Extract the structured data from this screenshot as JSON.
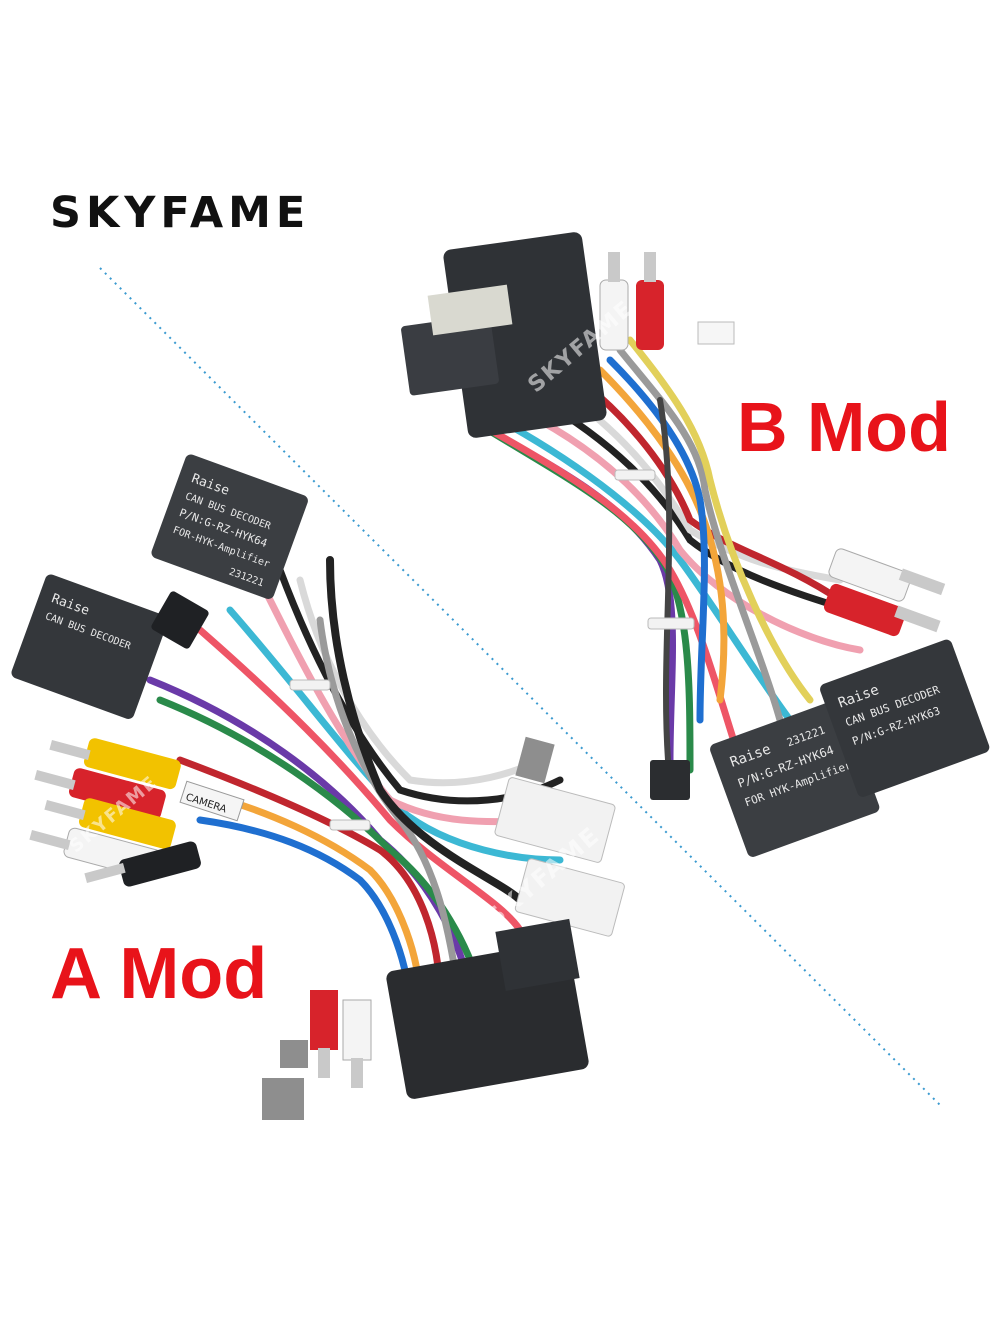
{
  "brand": {
    "logo_text": "SKYFAME"
  },
  "labels": {
    "b_mod": "B Mod",
    "a_mod": "A Mod"
  },
  "module_b": {
    "box1_brand": "Raise",
    "box1_pn": "P/N:G-RZ-HYK64",
    "box1_pn2": "FOR HYK-Amplifier",
    "box1_date": "231221",
    "box2_brand": "Raise",
    "box2_title": "CAN BUS DECODER",
    "box2_pn": "P/N:G-RZ-HYK63"
  },
  "module_a": {
    "box1_brand": "Raise",
    "box1_title": "CAN BUS DECODER",
    "box1_pn": "P/N:G-RZ-HYK64",
    "box1_pn2": "FOR-HYK-Amplifier",
    "box1_date": "231221",
    "box2_brand": "Raise",
    "box2_title": "CAN BUS DECODER",
    "camera_tag": "CAMERA"
  },
  "colors": {
    "label_red": "#e8131a",
    "divider": "#3a9ad0"
  }
}
